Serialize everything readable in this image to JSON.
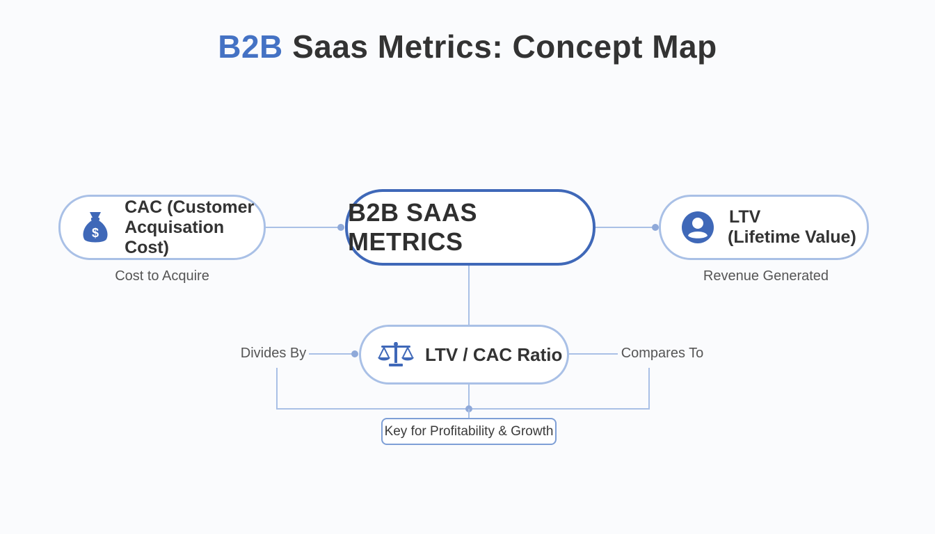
{
  "title": {
    "accent": "B2B",
    "rest": "Saas Metrics: Concept Map"
  },
  "nodes": {
    "center": {
      "label": "B2B SAAS METRICS"
    },
    "cac": {
      "label_line1": "CAC (Customer",
      "label_line2": "Acquisation Cost)",
      "caption": "Cost to Acquire",
      "icon": "money-bag-icon"
    },
    "ltv": {
      "label_line1": "LTV",
      "label_line2": "(Lifetime Value)",
      "caption": "Revenue Generated",
      "icon": "user-icon"
    },
    "ratio": {
      "label": "LTV / CAC Ratio",
      "icon": "balance-scale-icon"
    }
  },
  "edge_labels": {
    "divides_by": "Divides By",
    "compares_to": "Compares To"
  },
  "key_box": {
    "label": "Key for Profitability & Growth"
  },
  "colors": {
    "accent": "#4472c4",
    "center_border": "#3f68b8",
    "node_border": "#a9c0e6",
    "connector": "#a9c0e6",
    "icon": "#3f68b8",
    "text": "#333333"
  }
}
